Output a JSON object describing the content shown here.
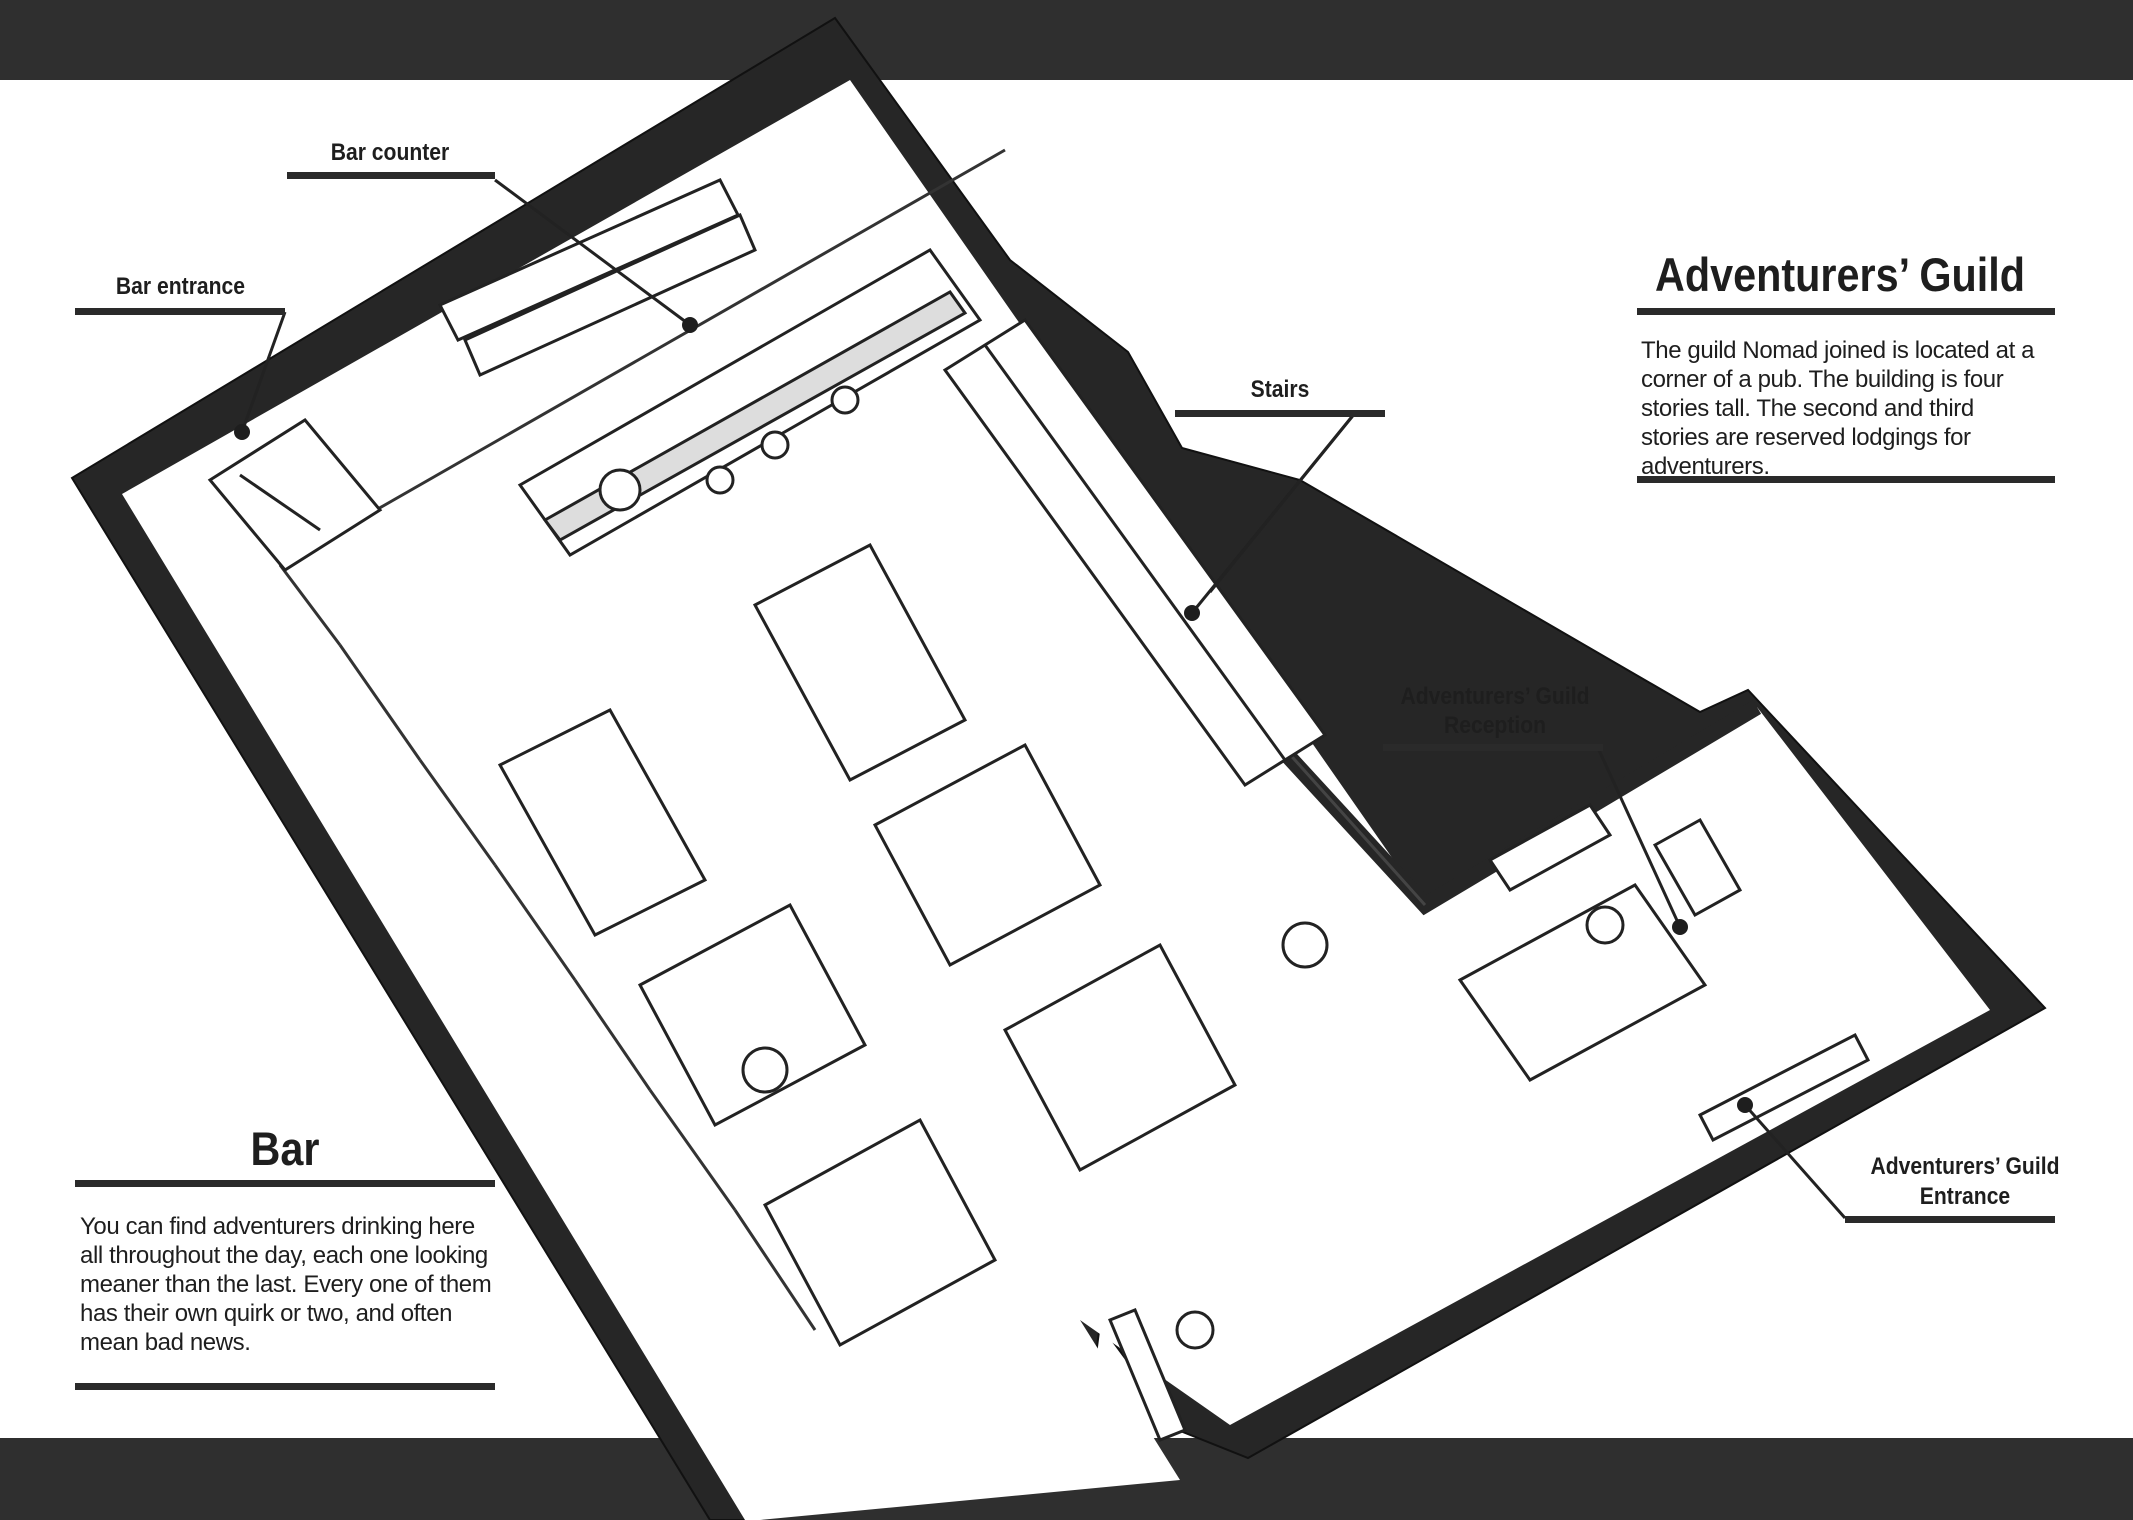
{
  "colors": {
    "wall": "#262626",
    "floor": "#ffffff",
    "band": "#2f2f2f",
    "ink": "#1e1e1e"
  },
  "labels": {
    "bar_counter": "Bar counter",
    "bar_entrance": "Bar entrance",
    "stairs": "Stairs",
    "guild_reception_line1": "Adventurers’ Guild",
    "guild_reception_line2": "Reception",
    "guild_entrance_line1": "Adventurers’ Guild",
    "guild_entrance_line2": "Entrance"
  },
  "guild_panel": {
    "title": "Adventurers’ Guild",
    "description": "The guild Nomad joined is located at a corner of a pub. The building is four stories tall. The second and third stories are reserved lodgings for adventurers."
  },
  "bar_panel": {
    "title": "Bar",
    "description": "You can find adventurers drinking here all throughout the day, each one looking meaner than the last. Every one of them has their own quirk or two, and often mean bad news."
  }
}
